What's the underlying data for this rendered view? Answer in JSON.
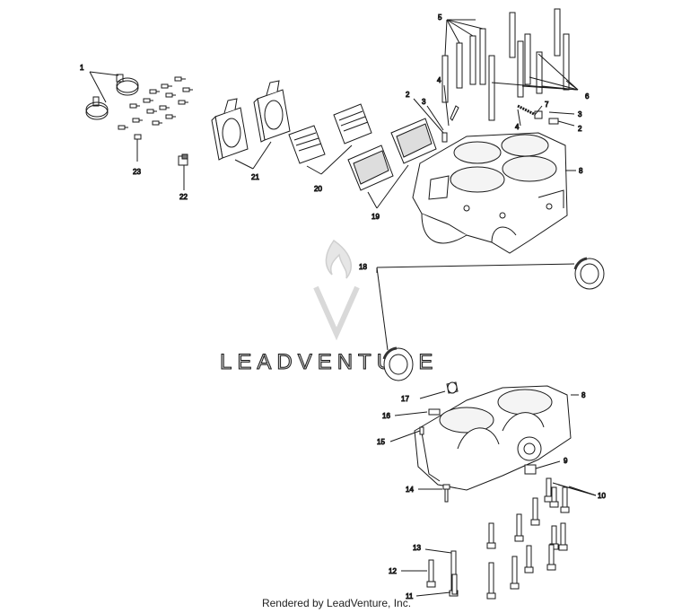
{
  "watermark": {
    "text": "LEADVENTURE"
  },
  "footer": {
    "text": "Rendered by LeadVenture, Inc."
  },
  "callouts": [
    "1",
    "5",
    "6",
    "2",
    "3",
    "4",
    "7",
    "3",
    "4",
    "2",
    "8",
    "23",
    "22",
    "21",
    "20",
    "19",
    "18",
    "8",
    "17",
    "16",
    "15",
    "9",
    "14",
    "10",
    "13",
    "12",
    "11"
  ]
}
